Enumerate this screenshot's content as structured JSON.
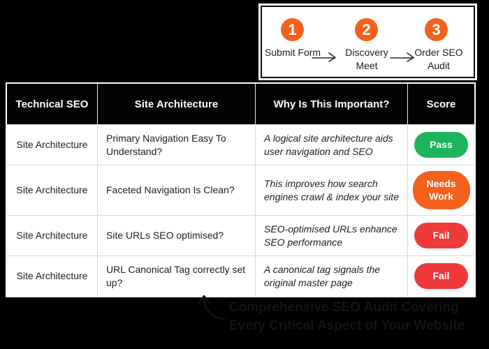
{
  "colors": {
    "background": "#000000",
    "step_circle_orange": "#f4611d",
    "pass_green": "#1db45b",
    "needs_work_orange": "#f4611d",
    "fail_red": "#ee3a3b",
    "header_bg": "#030303",
    "header_text": "#ffffff",
    "body_text": "#1d1d1d",
    "cell_border": "#d9d9d9",
    "watermark_text": "#141414"
  },
  "stepper": {
    "steps": [
      {
        "number": "1",
        "label": "Submit Form"
      },
      {
        "number": "2",
        "label": "Discovery Meet"
      },
      {
        "number": "3",
        "label": "Order SEO Audit"
      }
    ]
  },
  "table": {
    "headers": [
      "Technical SEO",
      "Site Architecture",
      "Why Is This Important?",
      "Score"
    ],
    "rows": [
      {
        "category": "Site Architecture",
        "item": "Primary Navigation Easy To Understand?",
        "why": "A logical site architecture aids user navigation and SEO",
        "score": "Pass"
      },
      {
        "category": "Site Architecture",
        "item": "Faceted Navigation Is Clean?",
        "why": "This improves how search engines crawl & index your site",
        "score": "Needs Work"
      },
      {
        "category": "Site Architecture",
        "item": "Site URLs SEO optimised?",
        "why": "SEO-optimised URLs enhance SEO performance",
        "score": "Fail"
      },
      {
        "category": "Site Architecture",
        "item": "URL Canonical Tag correctly set up?",
        "why": "A canonical tag signals the original master page",
        "score": "Fail"
      }
    ]
  },
  "watermark": {
    "line1": "Comprehensive SEO Audit Covering",
    "line2": "Every Critical Aspect of Your Website"
  }
}
